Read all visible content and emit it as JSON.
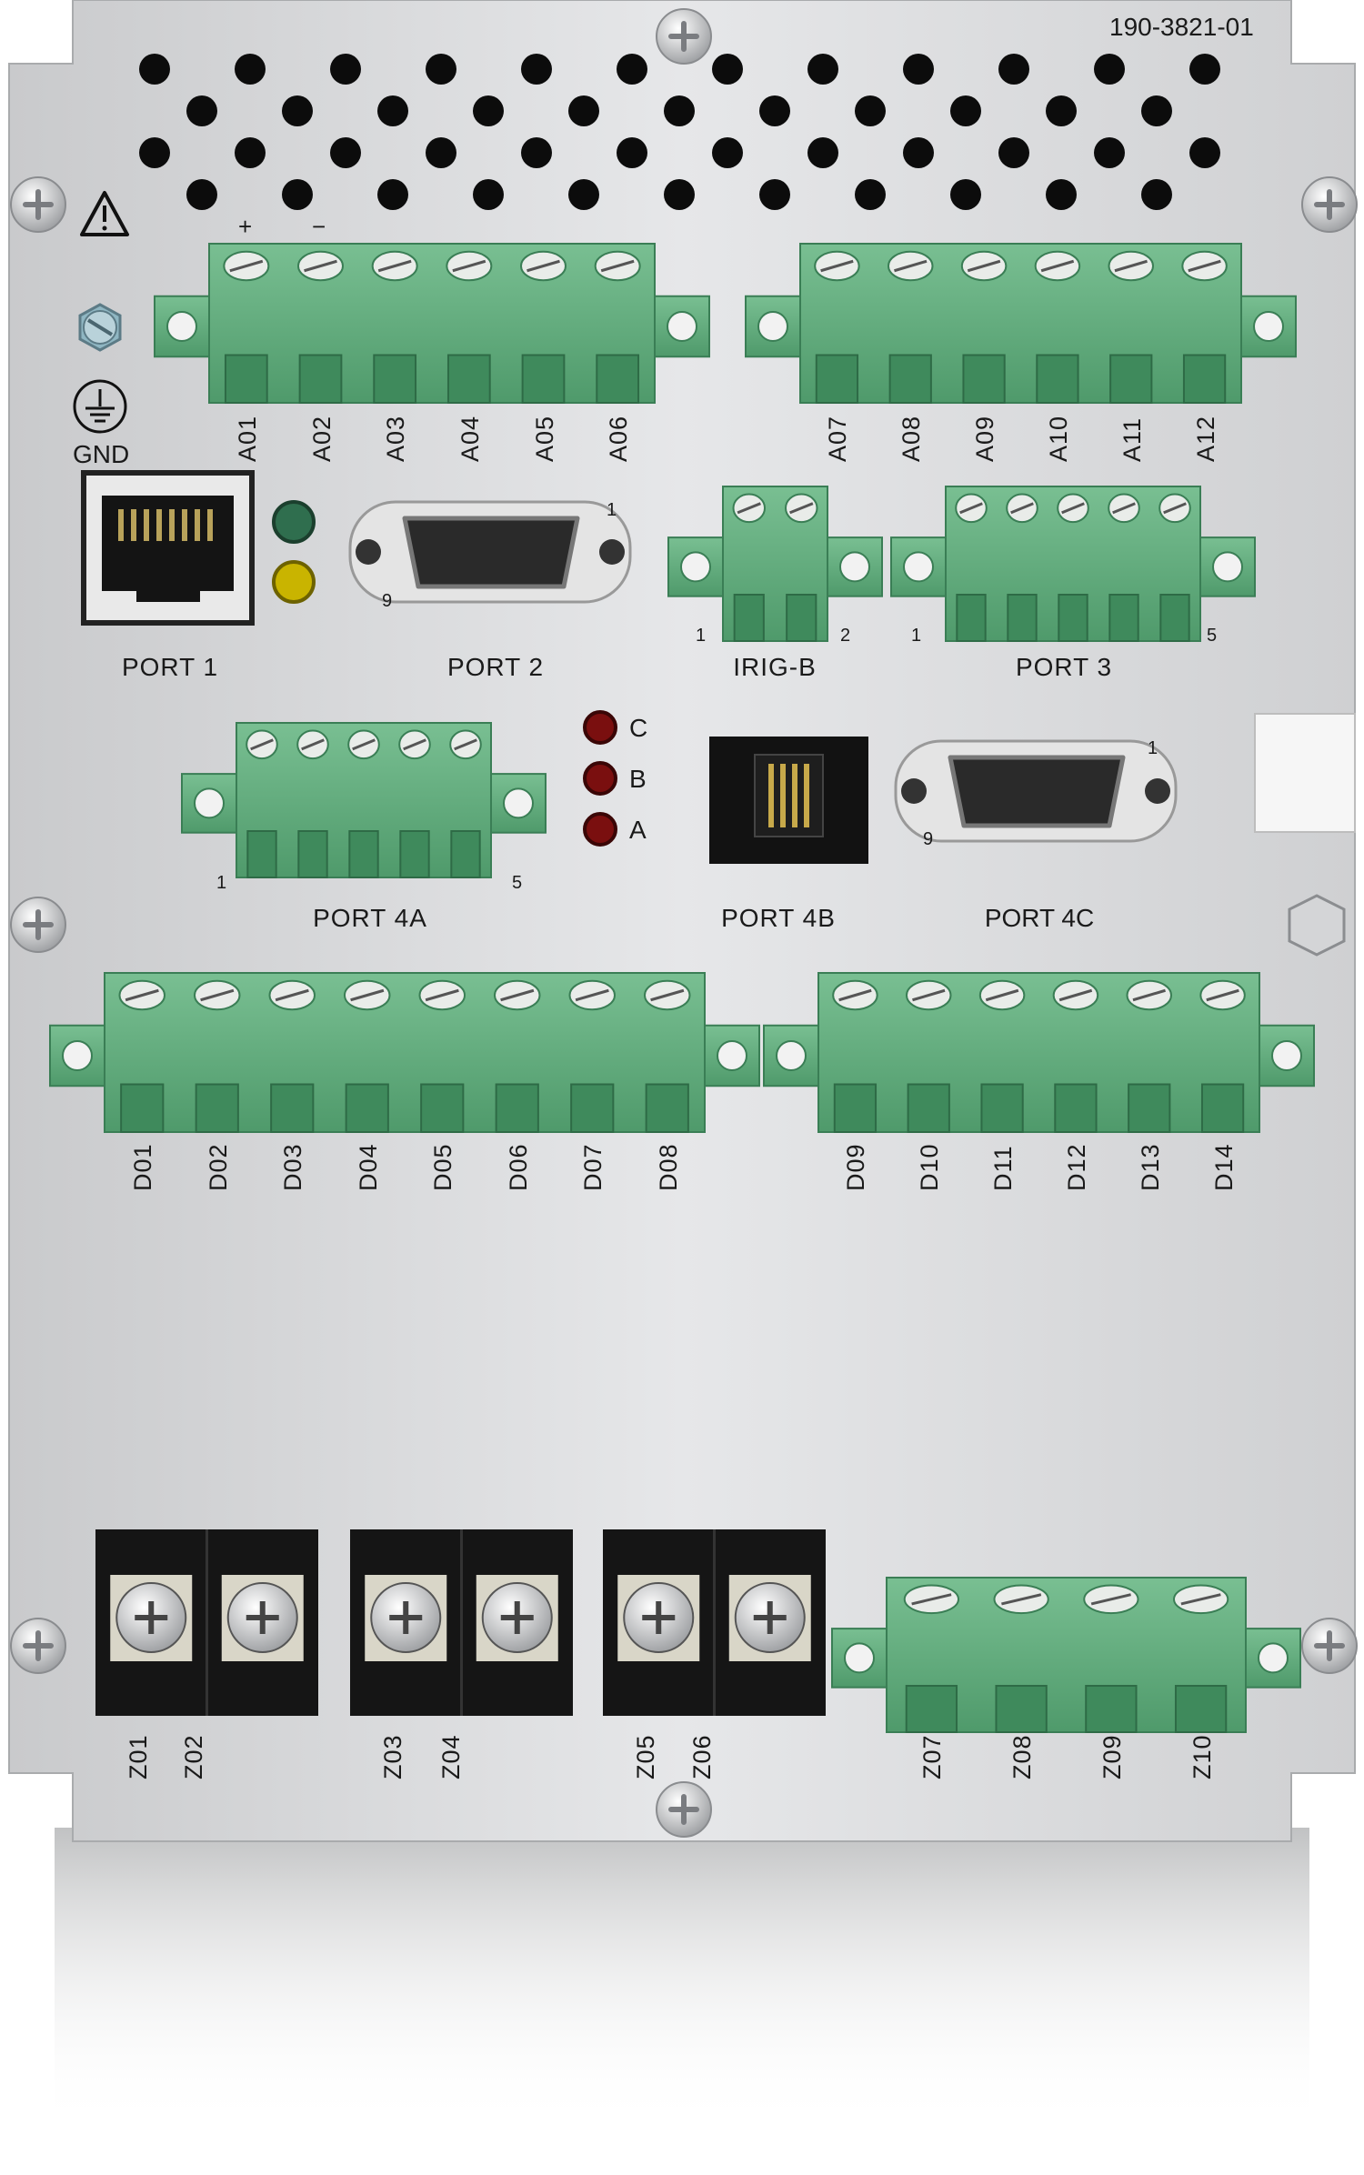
{
  "part_number": "190-3821-01",
  "gnd_label": "GND",
  "terminal_top_polarity": [
    "+",
    "−"
  ],
  "analog_labels_left": [
    "A01",
    "A02",
    "A03",
    "A04",
    "A05",
    "A06"
  ],
  "analog_labels_right": [
    "A07",
    "A08",
    "A09",
    "A10",
    "A11",
    "A12"
  ],
  "ports": {
    "port1": "PORT 1",
    "port2": "PORT 2",
    "irig": "IRIG-B",
    "port3": "PORT 3",
    "port4a": "PORT 4A",
    "port4b": "PORT 4B",
    "port4c": "PORT 4C"
  },
  "pin_numbers": {
    "port2_pin1": "1",
    "port2_pin9": "9",
    "irig_pin1": "1",
    "irig_pin2": "2",
    "port3_pin1": "1",
    "port3_pin5": "5",
    "port4a_pin1": "1",
    "port4a_pin5": "5",
    "port4c_pin1": "1",
    "port4c_pin9": "9"
  },
  "led_labels": [
    "C",
    "B",
    "A"
  ],
  "led_colors": {
    "green": "#2f6e4e",
    "yellow": "#c9b400",
    "red": "#7a0f0f"
  },
  "digital_labels_left": [
    "D01",
    "D02",
    "D03",
    "D04",
    "D05",
    "D06",
    "D07",
    "D08"
  ],
  "digital_labels_right": [
    "D09",
    "D10",
    "D11",
    "D12",
    "D13",
    "D14"
  ],
  "z_labels_screw": [
    "Z01",
    "Z02",
    "Z03",
    "Z04",
    "Z05",
    "Z06"
  ],
  "z_labels_terminal": [
    "Z07",
    "Z08",
    "Z09",
    "Z10"
  ],
  "colors": {
    "panel": "#d8d9db",
    "connector": "#5da97a",
    "connector_dark": "#3f8a5c",
    "black_block": "#151515"
  }
}
